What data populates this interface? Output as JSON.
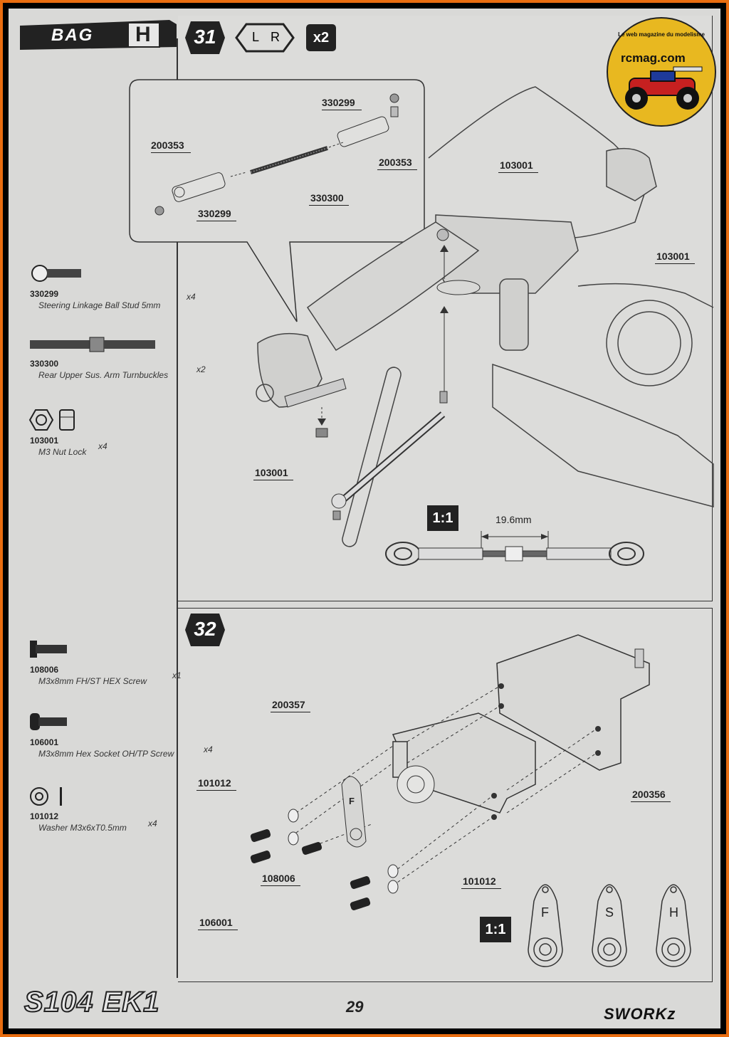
{
  "header": {
    "bag_label": "BAG",
    "bag_letter": "H",
    "logo_arc_text": "Le web magazine du modelisme",
    "logo_name": "rcmag.com"
  },
  "step31": {
    "number": "31",
    "side_left": "L",
    "side_right": "R",
    "multiplier": "x2",
    "callouts": [
      "330299",
      "200353",
      "200353",
      "330300",
      "330299",
      "103001",
      "103001",
      "103001"
    ],
    "scale_badge": "1:1",
    "dimension": "19.6mm"
  },
  "parts31": [
    {
      "code": "330299",
      "desc": "Steering Linkage Ball Stud 5mm",
      "qty": "x4"
    },
    {
      "code": "330300",
      "desc": "Rear Upper Sus. Arm Turnbuckles",
      "qty": "x2"
    },
    {
      "code": "103001",
      "desc": "M3 Nut Lock",
      "qty": "x4"
    }
  ],
  "step32": {
    "number": "32",
    "callouts": [
      "200357",
      "101012",
      "108006",
      "106001",
      "200356",
      "101012"
    ],
    "horn_letter_on_part": "F",
    "scale_badge": "1:1",
    "horns": [
      "F",
      "S",
      "H"
    ]
  },
  "parts32": [
    {
      "code": "108006",
      "desc": "M3x8mm FH/ST HEX Screw",
      "qty": "x1"
    },
    {
      "code": "106001",
      "desc": "M3x8mm Hex Socket OH/TP Screw",
      "qty": "x4"
    },
    {
      "code": "101012",
      "desc": "Washer M3x6xT0.5mm",
      "qty": "x4"
    }
  ],
  "footer": {
    "model_logo": "S104 EK1",
    "page_number": "29",
    "brand": "SWORKz"
  },
  "colors": {
    "border": "#e96d10",
    "paper": "#d9d9d7",
    "ink": "#222222",
    "logo_yellow": "#e8b820"
  }
}
